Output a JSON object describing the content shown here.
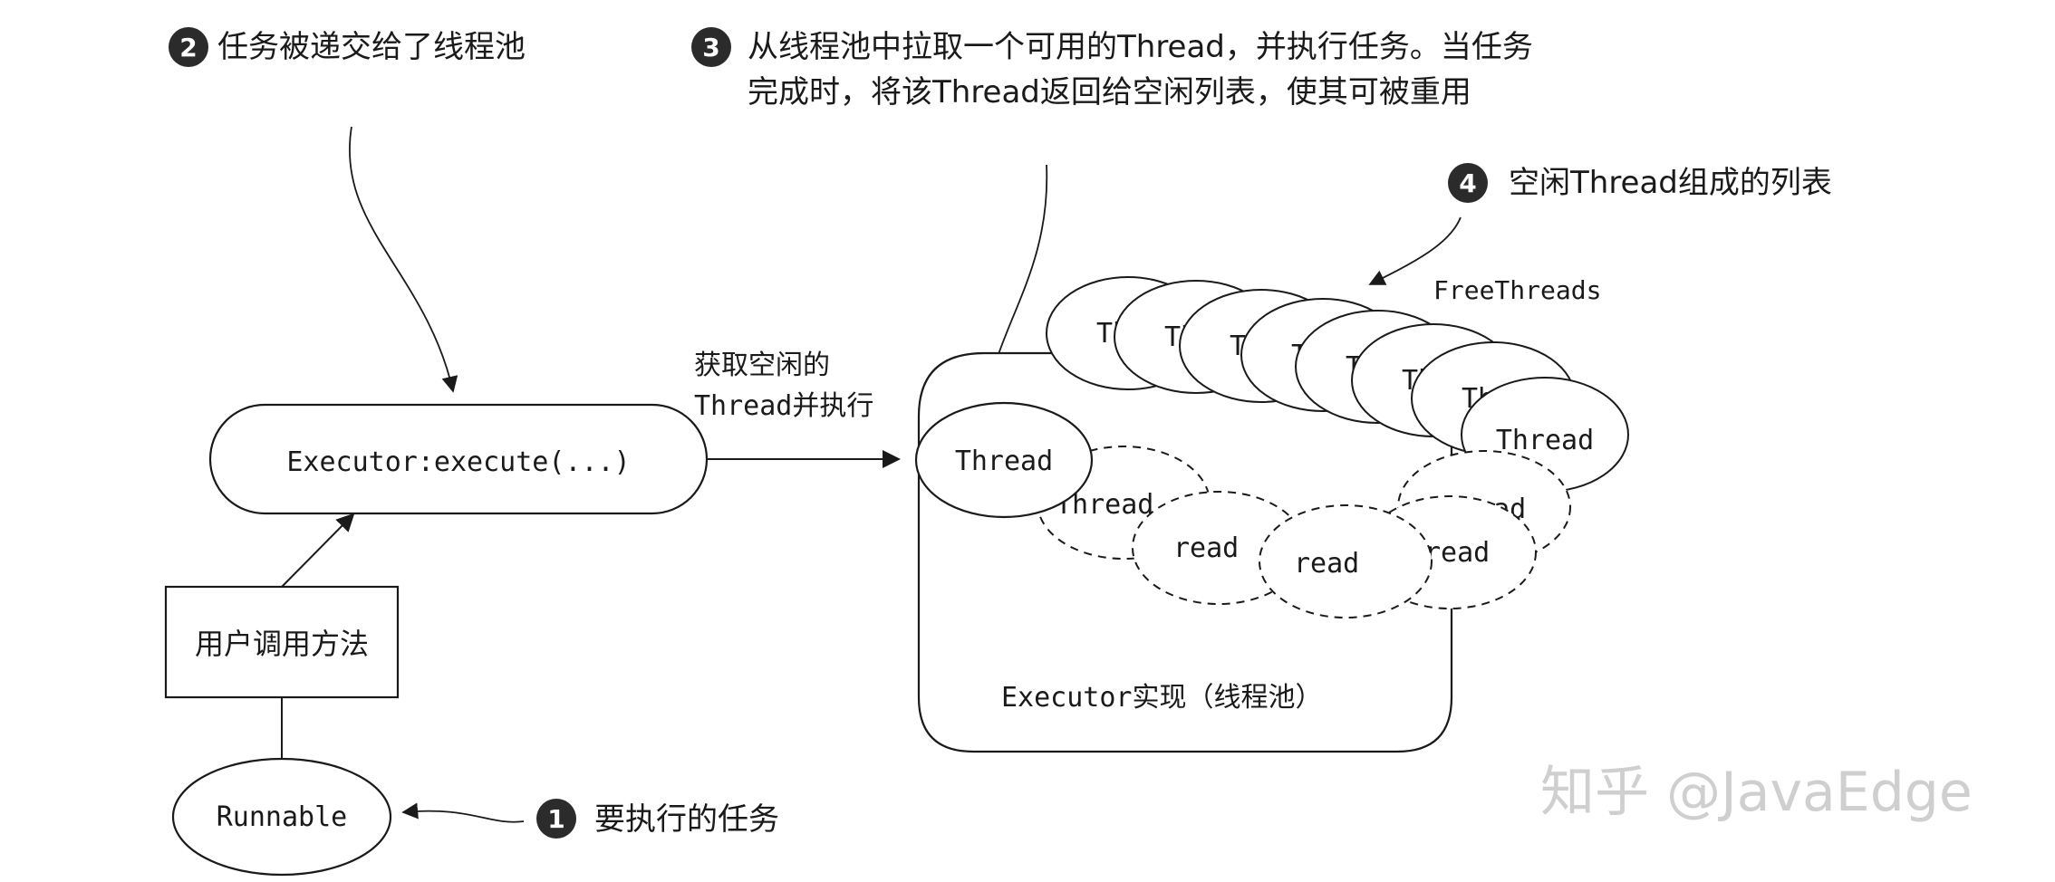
{
  "callouts": {
    "c1": {
      "num": "1",
      "text": "要执行的任务"
    },
    "c2": {
      "num": "2",
      "text": "任务被递交给了线程池"
    },
    "c3": {
      "num": "3",
      "line1": "从线程池中拉取一个可用的Thread，并执行任务。当任务",
      "line2": "完成时，将该Thread返回给空闲列表，使其可被重用"
    },
    "c4": {
      "num": "4",
      "text": "空闲Thread组成的列表"
    }
  },
  "nodes": {
    "executor_call": "Executor:execute(...)",
    "user_method": "用户调用方法",
    "runnable": "Runnable",
    "active_thread": "Thread",
    "pool_label": "Executor实现（线程池）",
    "free_threads_label": "FreeThreads",
    "arrow_label_line1": "获取空闲的",
    "arrow_label_line2": "Thread并执行"
  },
  "free_threads": [
    "Th",
    "Th",
    "Th",
    "Th",
    "Th",
    "Th",
    "Th",
    "Thread"
  ],
  "busy_threads": [
    "Thread",
    "read",
    "read",
    "read",
    "read",
    "read"
  ],
  "watermark": "知乎 @JavaEdge",
  "colors": {
    "ink": "#1a1a1a",
    "bullet": "#2b2b2b",
    "watermark": "#cfcfcf"
  }
}
